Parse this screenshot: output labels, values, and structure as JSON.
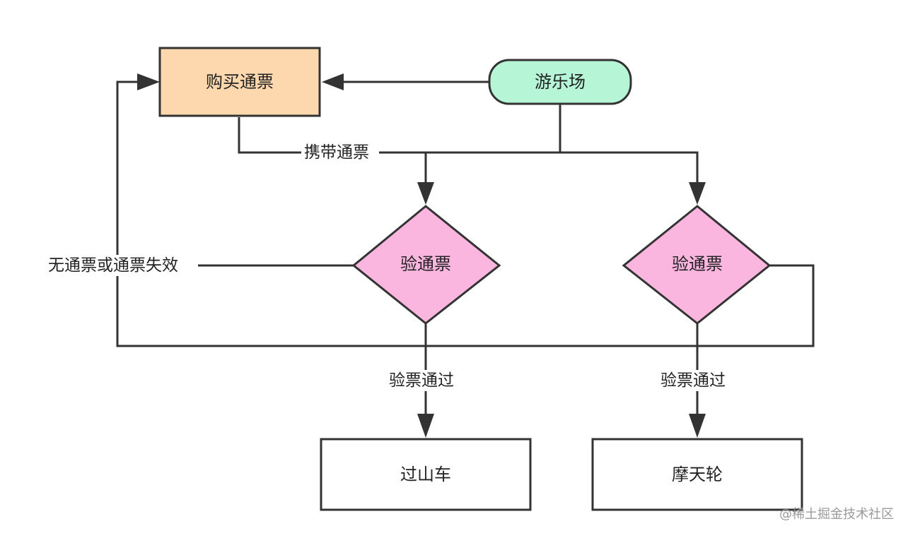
{
  "nodes": {
    "buy_ticket": "购买通票",
    "park": "游乐场",
    "check_ticket_left": "验通票",
    "check_ticket_right": "验通票",
    "roller_coaster": "过山车",
    "ferris_wheel": "摩天轮"
  },
  "edges": {
    "carry_ticket": "携带通票",
    "no_ticket": "无通票或通票失效",
    "pass_left": "验票通过",
    "pass_right": "验票通过"
  },
  "colors": {
    "buy_fill": "#fdd8ae",
    "park_fill": "#b6f6d6",
    "diamond_fill": "#fbb6e0",
    "stroke": "#333333"
  },
  "watermark": "@稀土掘金技术社区"
}
